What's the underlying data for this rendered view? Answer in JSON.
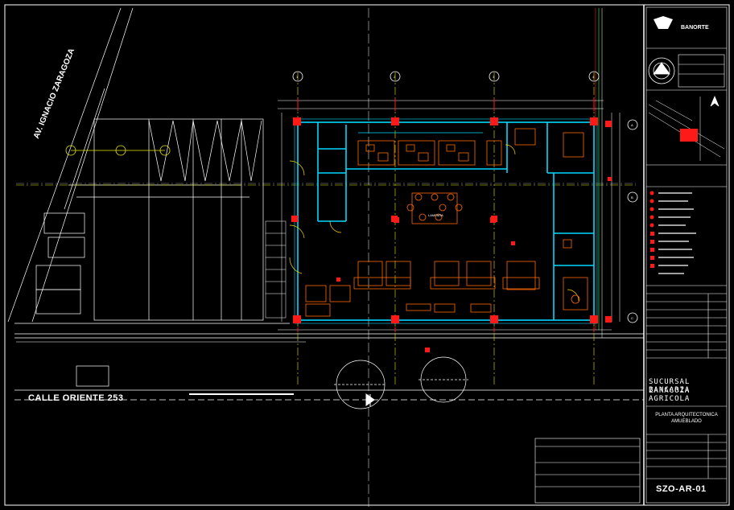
{
  "drawing": {
    "street_south": "CALLE ORIENTE 253",
    "street_west": "AV. IGNACIO ZARAGOZA",
    "project_title_line1": "SUCURSAL BANCARIA",
    "project_title_line2": "ZARAGOZA AGRICOLA",
    "sheet_subtitle_line1": "PLANTA ARQUITECTONICA",
    "sheet_subtitle_line2": "AMUEBLADO",
    "drawing_number": "SZO-AR-01",
    "bank_name": "BANORTE",
    "room_label": "LAMPARA",
    "axis_labels": [
      "1",
      "2",
      "3",
      "4",
      "A",
      "B",
      "C"
    ]
  },
  "colors": {
    "background": "#000000",
    "walls_cyan": "#00d8ff",
    "furniture_orange": "#ff6a00",
    "columns_red": "#ff1a1a",
    "axis_yellow": "#e8e800",
    "lines_white": "#ffffff",
    "green": "#00cc44"
  }
}
